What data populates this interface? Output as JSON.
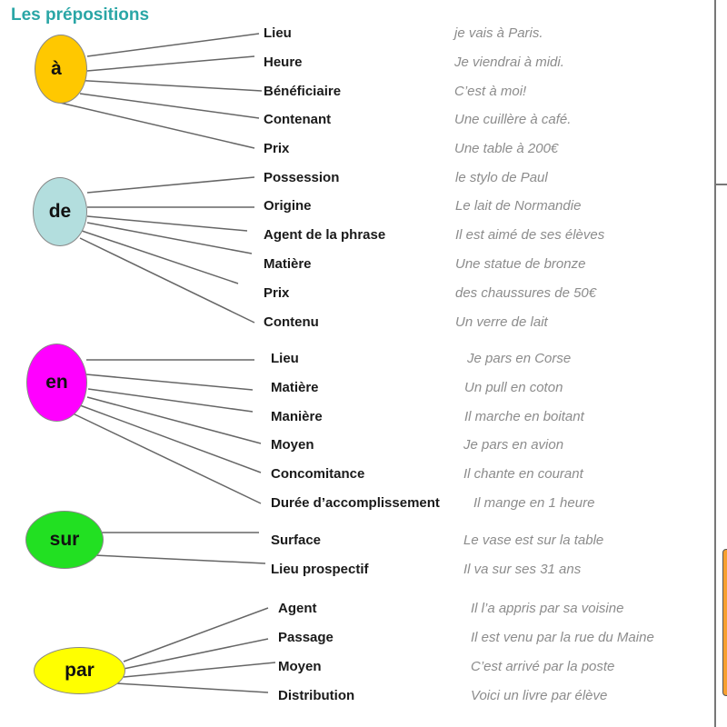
{
  "title": "Les prépositions",
  "colors": {
    "a": "#ffc800",
    "de": "#b3dede",
    "en": "#ff00ff",
    "sur": "#22e022",
    "par": "#ffff00",
    "title": "#2aa6a6",
    "example_text": "#8c8c8c"
  },
  "groups": [
    {
      "preposition": "à",
      "items": [
        {
          "usage": "Lieu",
          "example": "je vais à Paris."
        },
        {
          "usage": "Heure",
          "example": "Je viendrai à midi."
        },
        {
          "usage": "Bénéficiaire",
          "example": "C’est à moi!"
        },
        {
          "usage": "Contenant",
          "example": "Une cuillère à café."
        },
        {
          "usage": "Prix",
          "example": "Une table à 200€"
        }
      ]
    },
    {
      "preposition": "de",
      "items": [
        {
          "usage": "Possession",
          "example": "le stylo de Paul"
        },
        {
          "usage": "Origine",
          "example": "Le lait de Normandie"
        },
        {
          "usage": "Agent de la phrase",
          "example": "Il est aimé de ses élèves"
        },
        {
          "usage": "Matière",
          "example": "Une statue de bronze"
        },
        {
          "usage": "Prix",
          "example": "des chaussures de 50€"
        },
        {
          "usage": "Contenu",
          "example": "Un verre de lait"
        }
      ]
    },
    {
      "preposition": "en",
      "items": [
        {
          "usage": "Lieu",
          "example": "Je pars en Corse"
        },
        {
          "usage": "Matière",
          "example": "Un pull en coton"
        },
        {
          "usage": "Manière",
          "example": "Il marche en boitant"
        },
        {
          "usage": "Moyen",
          "example": "Je pars en avion"
        },
        {
          "usage": "Concomitance",
          "example": "Il chante en courant"
        },
        {
          "usage": "Durée d’accomplissement",
          "example": "Il mange en 1 heure"
        }
      ]
    },
    {
      "preposition": "sur",
      "items": [
        {
          "usage": "Surface",
          "example": "Le vase est sur la table"
        },
        {
          "usage": "Lieu prospectif",
          "example": "Il va sur ses 31 ans"
        }
      ]
    },
    {
      "preposition": "par",
      "items": [
        {
          "usage": "Agent",
          "example": "Il l’a appris par sa voisine"
        },
        {
          "usage": "Passage",
          "example": "Il est venu par la rue du Maine"
        },
        {
          "usage": "Moyen",
          "example": "C’est arrivé par la poste"
        },
        {
          "usage": "Distribution",
          "example": "Voici un livre par élève"
        }
      ]
    }
  ]
}
